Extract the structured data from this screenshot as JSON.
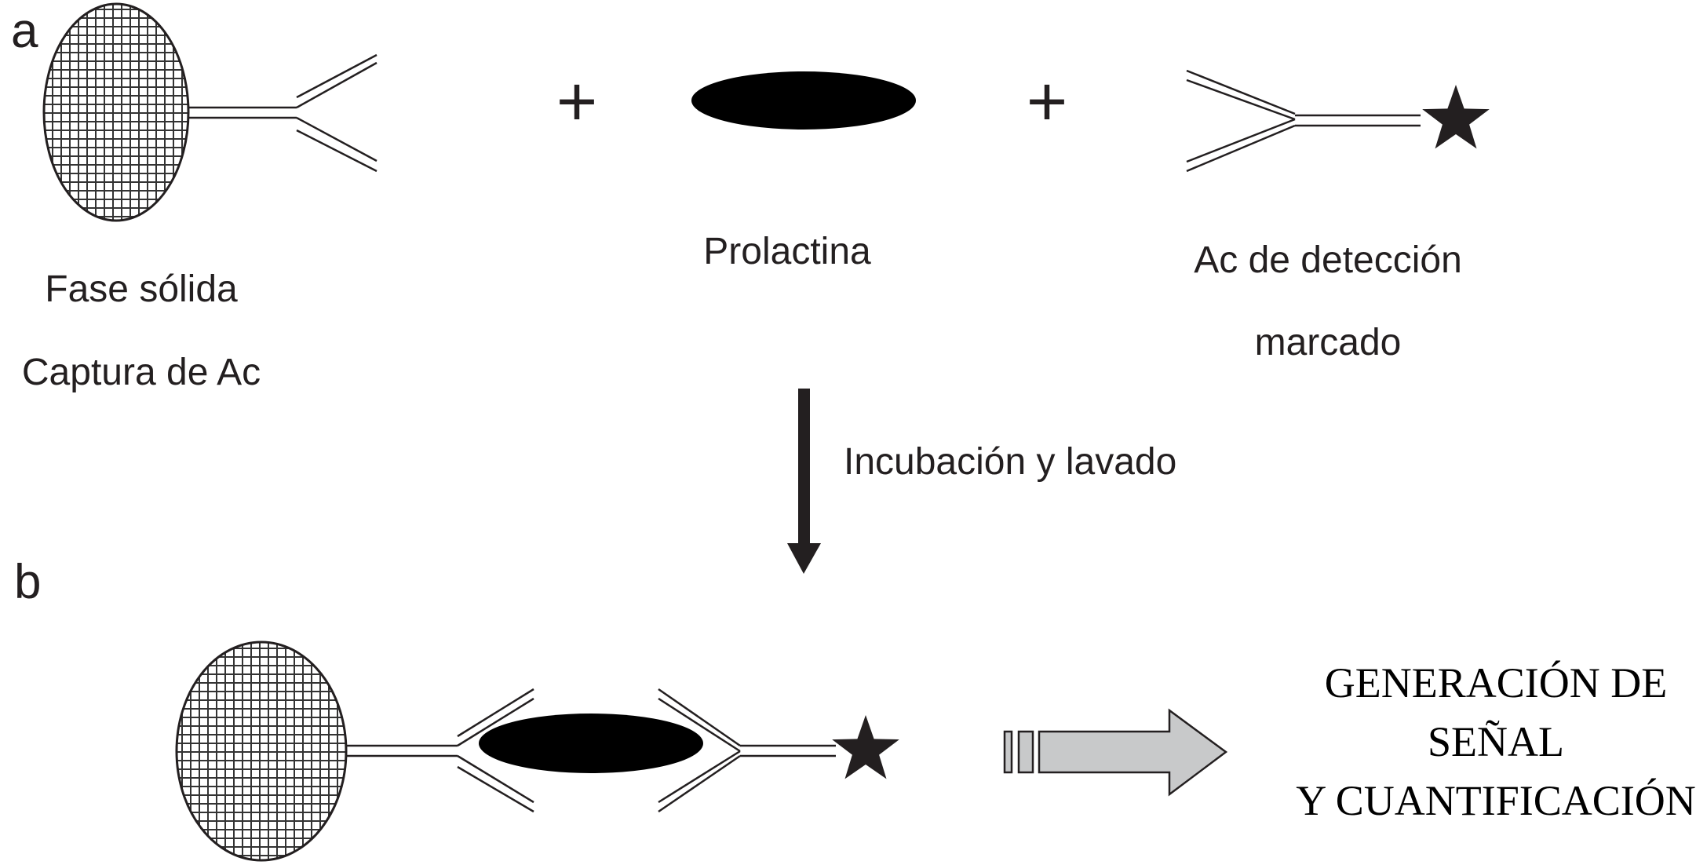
{
  "panel_a": {
    "label": "a",
    "solid_phase_label_1": "Fase sólida",
    "solid_phase_label_2": "Captura de Ac",
    "plus_1": "+",
    "plus_2": "+",
    "analyte_label": "Prolactina",
    "detection_label_1": "Ac de detección",
    "detection_label_2": "marcado"
  },
  "step": {
    "label": "Incubación y lavado"
  },
  "panel_b": {
    "label": "b",
    "result_line_1": "GENERACIÓN DE",
    "result_line_2": "SEÑAL",
    "result_line_3": "Y CUANTIFICACIÓN"
  },
  "colors": {
    "ink": "#231f20",
    "arrow_fill": "#c8c9ca"
  }
}
